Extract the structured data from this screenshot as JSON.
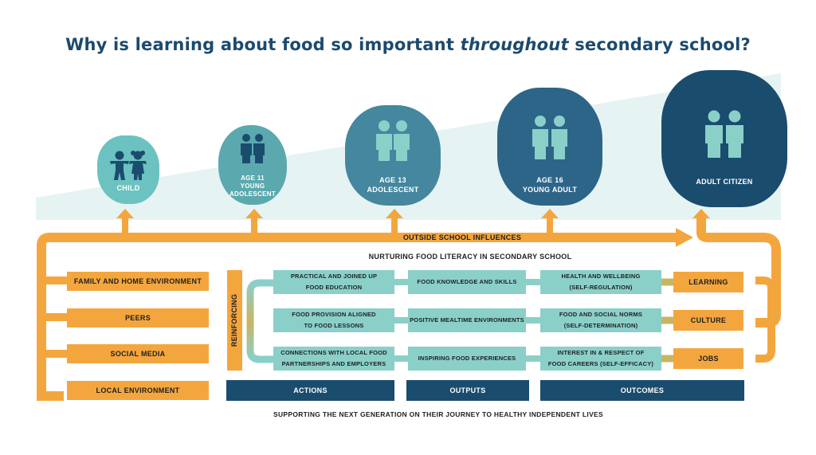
{
  "title": {
    "before": "Why is learning about food so important ",
    "emphasis": "throughout",
    "after": " secondary school?"
  },
  "stages": [
    {
      "line1": "CHILD",
      "line2": "",
      "line3": "",
      "color": "#6cc2c0"
    },
    {
      "line1": "AGE 11",
      "line2": "YOUNG",
      "line3": "ADOLESCENT",
      "color": "#5ba9ae"
    },
    {
      "line1": "AGE 13",
      "line2": "ADOLESCENT",
      "line3": "",
      "color": "#44879f"
    },
    {
      "line1": "AGE 16",
      "line2": "YOUNG ADULT",
      "line3": "",
      "color": "#2d6589"
    },
    {
      "line1": "ADULT CITIZEN",
      "line2": "",
      "line3": "",
      "color": "#1a4c6e"
    }
  ],
  "outside_influences_label": "OUTSIDE SCHOOL INFLUENCES",
  "nurturing_label": "NURTURING FOOD LITERACY IN SECONDARY SCHOOL",
  "influences": [
    "FAMILY AND HOME ENVIRONMENT",
    "PEERS",
    "SOCIAL MEDIA",
    "LOCAL ENVIRONMENT"
  ],
  "reinforcing_label": "REINFORCING",
  "actions": [
    [
      "PRACTICAL AND JOINED UP",
      "FOOD EDUCATION"
    ],
    [
      "FOOD PROVISION ALIGNED",
      "TO FOOD LESSONS"
    ],
    [
      "CONNECTIONS WITH LOCAL FOOD",
      "PARTNERSHIPS AND EMPLOYERS"
    ]
  ],
  "outputs": [
    "FOOD KNOWLEDGE AND SKILLS",
    "POSITIVE MEALTIME ENVIRONMENTS",
    "INSPIRING FOOD EXPERIENCES"
  ],
  "outcomes": [
    [
      "HEALTH AND WELLBEING",
      "(SELF-REGULATION)"
    ],
    [
      "FOOD AND SOCIAL NORMS",
      "(SELF-DETERMINATION)"
    ],
    [
      "INTEREST IN & RESPECT OF",
      "FOOD CAREERS (SELF-EFFICACY)"
    ]
  ],
  "results": [
    "LEARNING",
    "CULTURE",
    "JOBS"
  ],
  "columns": {
    "actions": "ACTIONS",
    "outputs": "OUTPUTS",
    "outcomes": "OUTCOMES"
  },
  "footer": "SUPPORTING THE NEXT GENERATION ON THEIR JOURNEY TO HEALTHY INDEPENDENT LIVES",
  "colors": {
    "orange": "#f4a63e",
    "teal": "#8ad0c9",
    "navy": "#1a4c6e",
    "title": "#1b4a6e",
    "ramp": "#e6f3f3"
  }
}
